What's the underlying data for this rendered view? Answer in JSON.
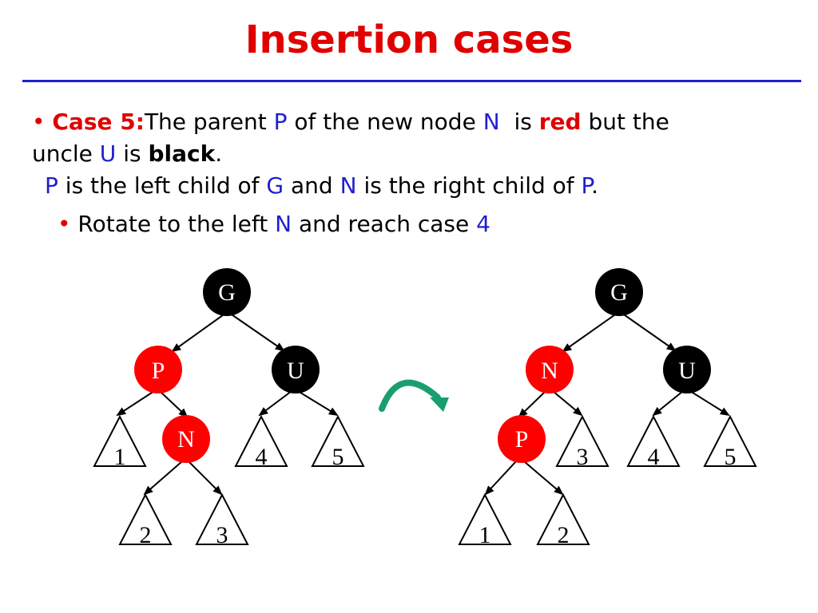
{
  "slide": {
    "title": "Insertion cases",
    "line1": {
      "bullet": "•",
      "case_label": "Case 5:",
      "t1": "The parent ",
      "p": "P",
      "t2": " of the new node ",
      "n": "N",
      "t3": "  is ",
      "red_word": "red",
      "t4": " but the"
    },
    "line2": {
      "t1": "uncle ",
      "u": "U",
      "t2": " is ",
      "black_word": "black",
      "t3": "."
    },
    "line3": {
      "p": "P",
      "t1": " is the left child of ",
      "g": "G",
      "t2": " and ",
      "n": "N",
      "t3": " is the right child of ",
      "p2": "P",
      "t4": "."
    },
    "line4": {
      "bullet": "•",
      "t1": "Rotate to the left ",
      "n": "N",
      "t2": " and reach case ",
      "num": "4"
    }
  },
  "colors": {
    "red": "#ff0000",
    "black": "#000000",
    "blue": "#1f1fcf",
    "arrow": "#1a9e6e"
  },
  "diagram": {
    "before": {
      "nodes": [
        {
          "id": "G",
          "label": "G",
          "color": "black"
        },
        {
          "id": "P",
          "label": "P",
          "color": "red"
        },
        {
          "id": "U",
          "label": "U",
          "color": "black"
        },
        {
          "id": "N",
          "label": "N",
          "color": "red"
        }
      ],
      "subtrees": [
        "1",
        "2",
        "3",
        "4",
        "5"
      ]
    },
    "after": {
      "nodes": [
        {
          "id": "G",
          "label": "G",
          "color": "black"
        },
        {
          "id": "N",
          "label": "N",
          "color": "red"
        },
        {
          "id": "U",
          "label": "U",
          "color": "black"
        },
        {
          "id": "P",
          "label": "P",
          "color": "red"
        }
      ],
      "subtrees": [
        "1",
        "2",
        "3",
        "4",
        "5"
      ]
    },
    "rotation_arrow_icon": "curved-arrow-icon"
  }
}
